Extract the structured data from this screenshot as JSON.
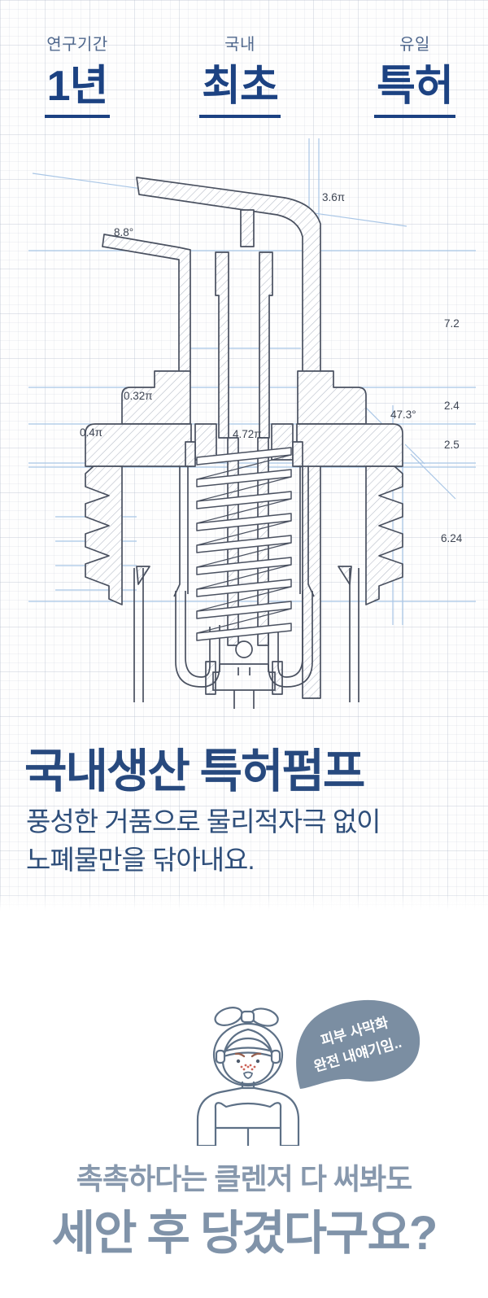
{
  "stats": {
    "items": [
      {
        "label": "연구기간",
        "value": "1년"
      },
      {
        "label": "국내",
        "value": "최초"
      },
      {
        "label": "유일",
        "value": "특허"
      }
    ]
  },
  "blueprint": {
    "dims": [
      "3.6π",
      "8.8°",
      "7.2",
      "0.32π",
      "2.4",
      "47.3°",
      "0.4π",
      "4.72π",
      "2.5",
      "6.24"
    ]
  },
  "product": {
    "title": "국내생산 특허펌프",
    "desc_line1": "풍성한 거품으로 물리적자극 없이",
    "desc_line2": "노폐물만을 닦아내요."
  },
  "speech": {
    "line1": "피부 사막화",
    "line2": "완전 내얘기임.."
  },
  "question": {
    "line1": "촉촉하다는 클렌저 다 써봐도",
    "line2": "세안 후 당겼다구요?"
  },
  "colors": {
    "navy": "#1c4282",
    "title_navy": "#27497e",
    "muted_blue": "#8093a9",
    "bubble": "#7b8ea2",
    "dim_line": "#a9c6e6",
    "draw_stroke": "#4a5160"
  }
}
